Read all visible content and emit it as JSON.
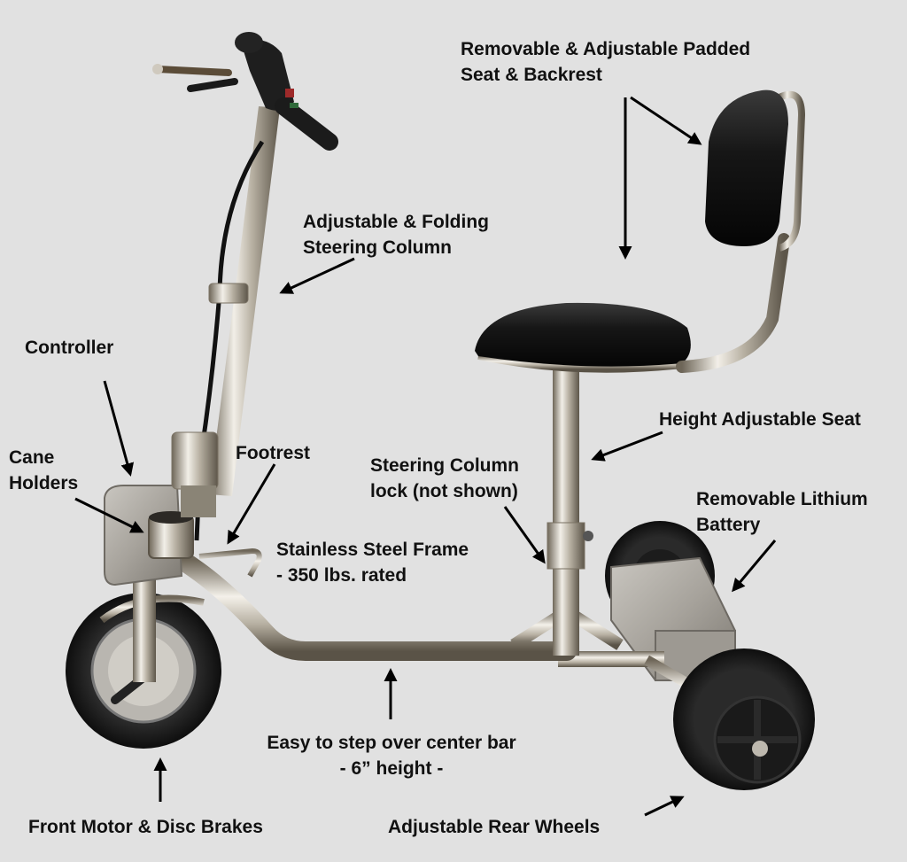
{
  "image": {
    "subject": "Three-wheel folding mobility scooter with labeled features",
    "background_color": "#e1e1e1",
    "text_color": "#111111"
  },
  "labels": {
    "seat_backrest": {
      "line1": "Removable & Adjustable Padded",
      "line2": "Seat & Backrest"
    },
    "steering_column": {
      "line1": "Adjustable & Folding",
      "line2": "Steering Column"
    },
    "controller": {
      "line1": "Controller"
    },
    "cane_holders": {
      "line1": "Cane",
      "line2": "Holders"
    },
    "footrest": {
      "line1": "Footrest"
    },
    "steering_lock": {
      "line1": "Steering Column",
      "line2": "lock (not shown)"
    },
    "height_seat": {
      "line1": "Height Adjustable Seat"
    },
    "battery": {
      "line1": "Removable Lithium",
      "line2": "Battery"
    },
    "frame": {
      "line1": "Stainless Steel Frame",
      "line2": "- 350 lbs. rated"
    },
    "center_bar": {
      "line1": "Easy to step over center bar",
      "line2": "- 6” height -"
    },
    "front_motor": {
      "line1": "Front Motor & Disc Brakes"
    },
    "rear_wheels": {
      "line1": "Adjustable Rear Wheels"
    }
  }
}
